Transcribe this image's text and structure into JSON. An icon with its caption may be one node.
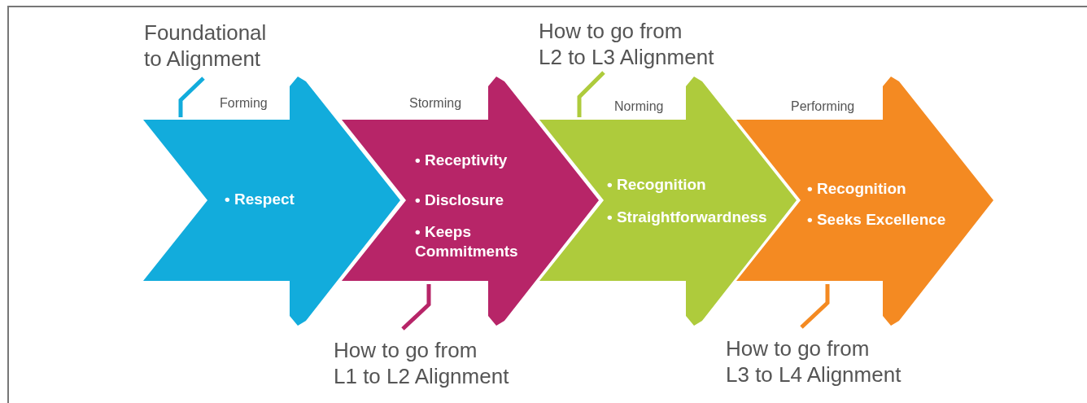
{
  "diagram": {
    "nodes": [
      {
        "text": [
          "Foundational to Alignment"
        ]
      },
      {
        "text": [
          "How to go from L2 to L3 Alignment"
        ]
      },
      {
        "text": [
          "Forming",
          "• Respect"
        ]
      },
      {
        "text": [
          "Storming",
          "• Receptivity",
          "• Disclosure",
          "• Keeps Commitments"
        ]
      },
      {
        "text": [
          "Norming",
          "• Recognition",
          "• Straightforwardness"
        ]
      },
      {
        "text": [
          "Performing",
          "• Recognition",
          "• Seeks Excellence"
        ]
      },
      {
        "text": [
          "How to go from L1 to L2 Alignment"
        ]
      },
      {
        "text": [
          "How to go from L3 to L4 Alignment"
        ]
      }
    ],
    "edges": [
      {
        "from": 0,
        "to": 2,
        "arrow": "none",
        "color": "#12acdc"
      },
      {
        "from": 6,
        "to": 3,
        "arrow": "none",
        "color": "#b72568"
      },
      {
        "from": 1,
        "to": 4,
        "arrow": "none",
        "color": "#aecb3c"
      },
      {
        "from": 7,
        "to": 5,
        "arrow": "none",
        "color": "#f48a22"
      }
    ]
  }
}
